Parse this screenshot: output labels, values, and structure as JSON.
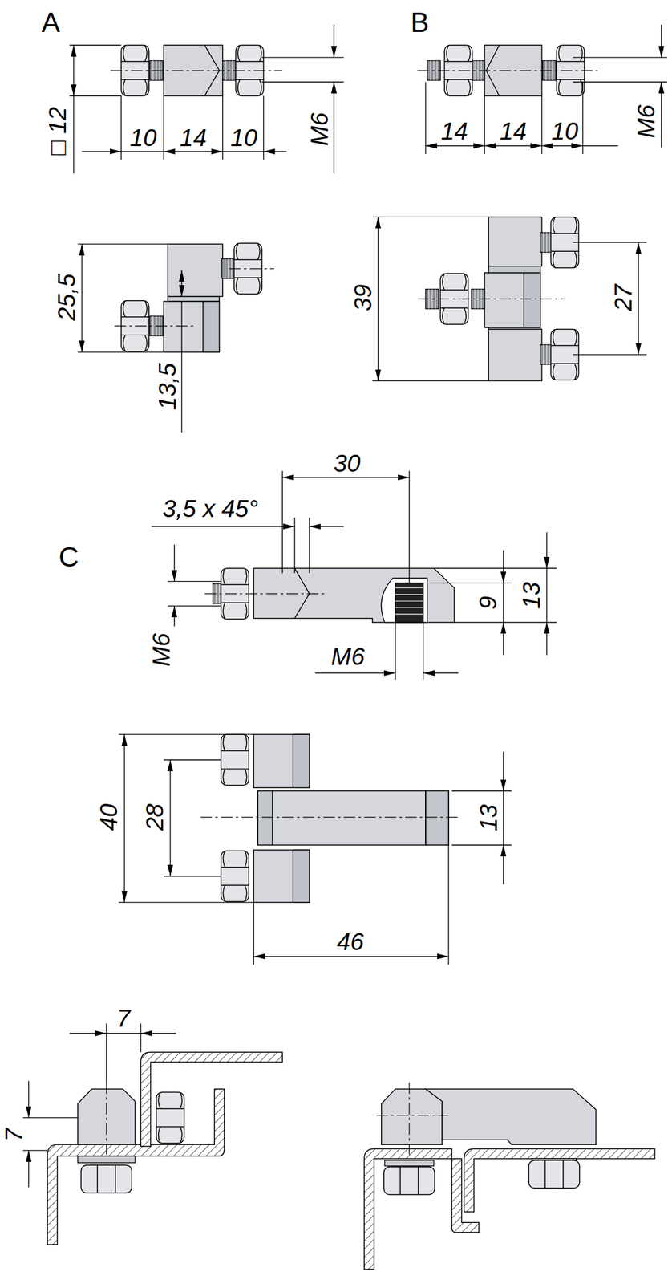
{
  "diagram": {
    "labels": [
      "A",
      "B",
      "□ 12",
      "10",
      "14",
      "10",
      "M6",
      "14",
      "14",
      "10",
      "M6",
      "25,5",
      "13,5",
      "39",
      "27",
      "C",
      "30",
      "3,5 x 45°",
      "M6",
      "M6",
      "9",
      "13",
      "40",
      "28",
      "13",
      "46",
      "7",
      "7"
    ]
  }
}
